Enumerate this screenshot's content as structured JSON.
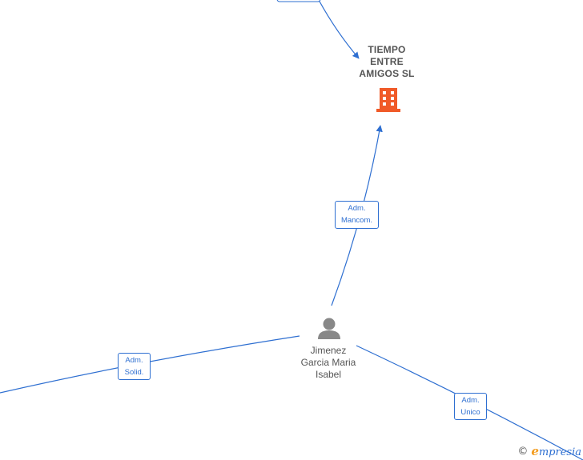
{
  "nodes": {
    "company": {
      "label": "TIEMPO\nENTRE\nAMIGOS  SL",
      "icon": "building-icon",
      "color": "#f05a28"
    },
    "person": {
      "label": "Jimenez\nGarcia Maria\nIsabel",
      "icon": "person-icon",
      "color": "#888888"
    }
  },
  "edges": {
    "adm_mancom": "Adm.\nMancom.",
    "adm_solid": "Adm.\nSolid.",
    "adm_unico": "Adm.\nUnico"
  },
  "watermark": {
    "copyright": "©",
    "brand_e": "e",
    "brand_rest": "mpresia"
  },
  "colors": {
    "edge": "#2e6fd1",
    "text": "#555555"
  }
}
